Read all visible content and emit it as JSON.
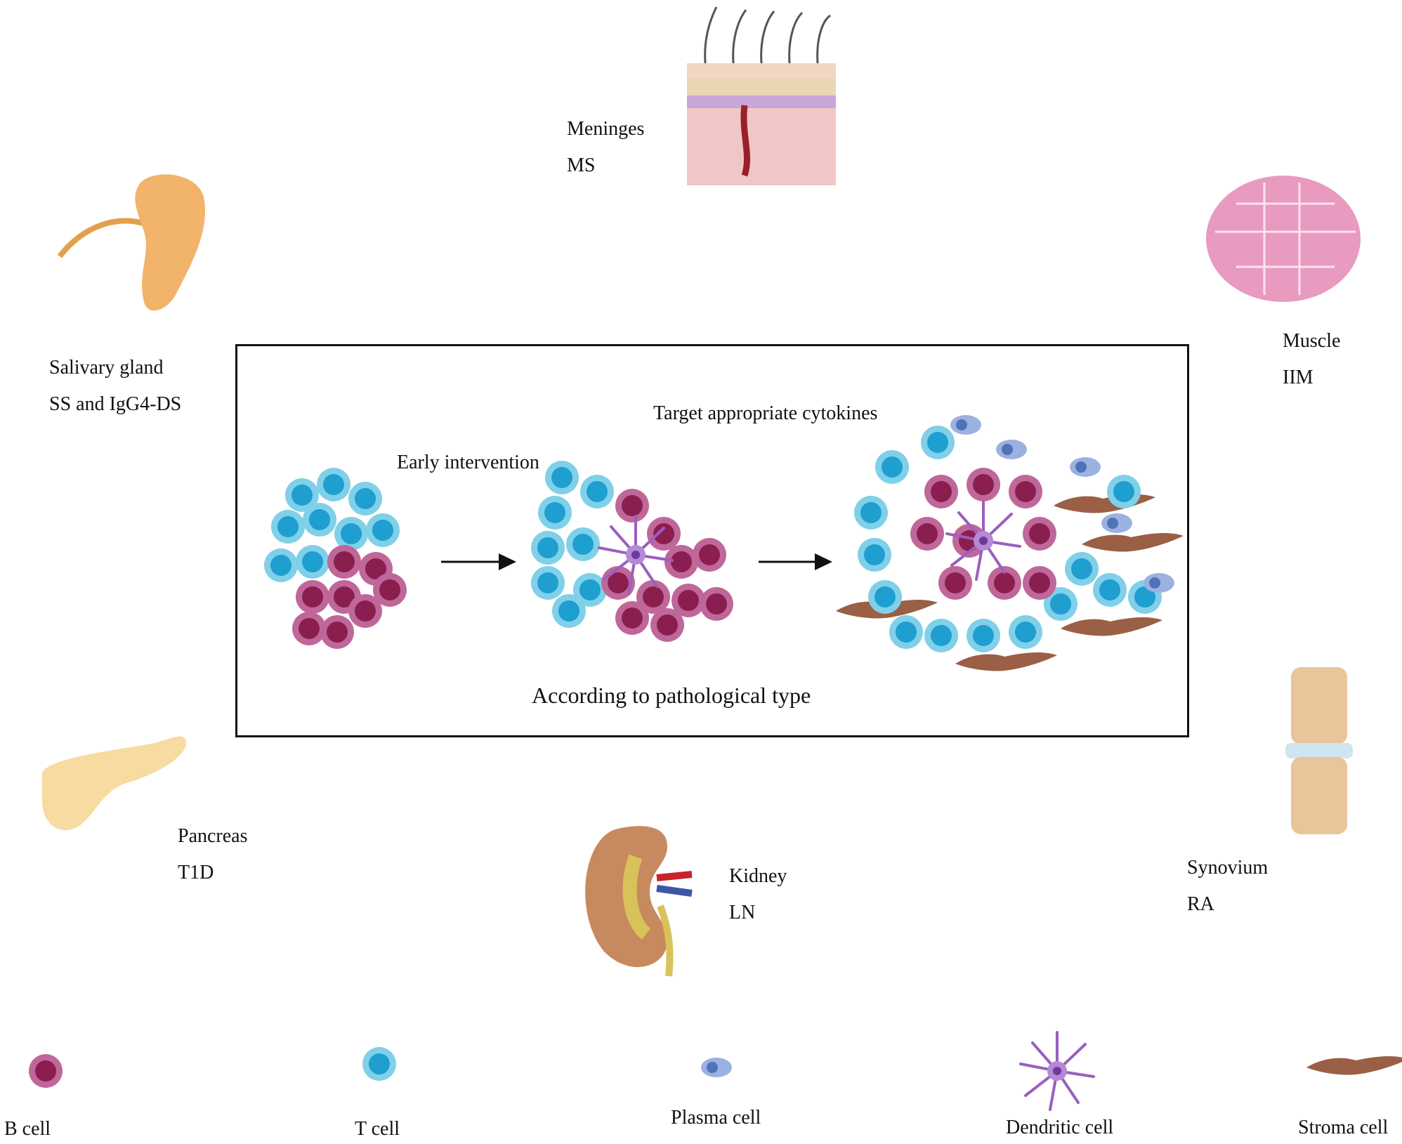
{
  "organs": {
    "meninges": {
      "name": "Meninges",
      "disease": "MS"
    },
    "salivary": {
      "name": "Salivary gland",
      "disease": "SS and IgG4-DS"
    },
    "muscle": {
      "name": "Muscle",
      "disease": "IIM"
    },
    "pancreas": {
      "name": "Pancreas",
      "disease": "T1D"
    },
    "kidney": {
      "name": "Kidney",
      "disease": "LN"
    },
    "synovium": {
      "name": "Synovium",
      "disease": "RA"
    }
  },
  "center": {
    "early": "Early intervention",
    "cytokines": "Target appropriate cytokines",
    "pathology": "According to pathological type"
  },
  "legend": [
    "B cell",
    "T cell",
    "Plasma cell",
    "Dendritic cell",
    "Stroma cell"
  ],
  "colors": {
    "b_cell_outer": "#b45a8a",
    "b_cell_inner": "#8a1f4f",
    "t_cell_outer": "#7ccfe6",
    "t_cell_inner": "#1b9fcf",
    "plasma": "#8fa6d8",
    "dendritic": "#a87cc9",
    "stroma": "#9a5f44"
  }
}
